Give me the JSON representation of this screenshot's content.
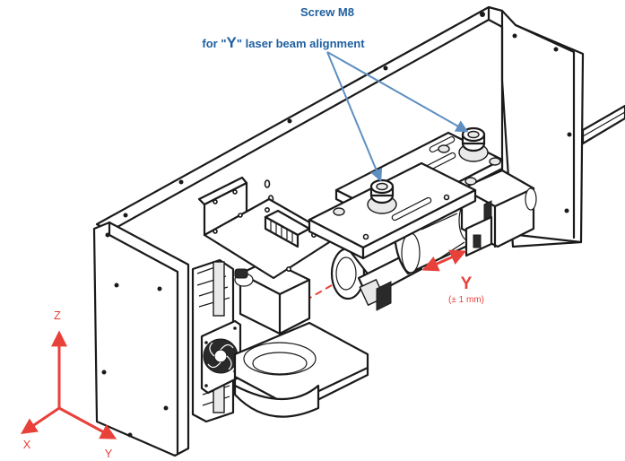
{
  "callout": {
    "line1": "Screw M8",
    "line2_prefix": "for \"",
    "line2_letter": "Y",
    "line2_suffix": "\" laser beam alignment",
    "color": "#1f5fa0"
  },
  "adjustment": {
    "axis": "Y",
    "tolerance": "(± 1 mm)",
    "color": "#e8413a"
  },
  "axes": {
    "x": "X",
    "y": "Y",
    "z": "Z",
    "color": "#e8413a"
  }
}
